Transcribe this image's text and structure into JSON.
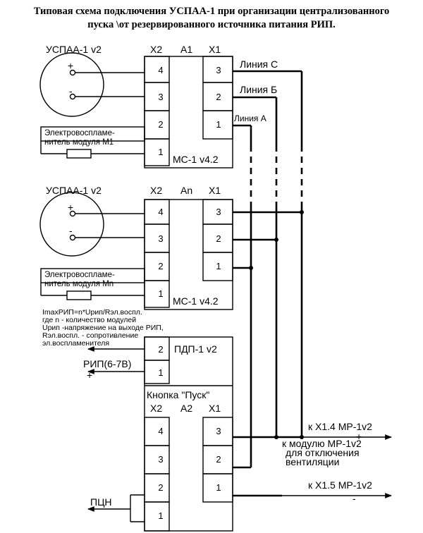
{
  "title": {
    "line1": "Типовая схема подключения УСПАА-1 при организации централизованного",
    "line2": "пуска \\от резервированного источника питания РИП."
  },
  "module1": {
    "uspaa_label": "УСПАА-1 v2",
    "x2_label": "X2",
    "a_label": "A1",
    "x1_label": "X1",
    "x2_pins": [
      "4",
      "3",
      "2",
      "1"
    ],
    "x1_pins": [
      "3",
      "2",
      "1"
    ],
    "device_label": "МС-1 v4.2",
    "igniter_line1": "Электровоспламе-",
    "igniter_line2": "нитель модуля М1",
    "plus": "+",
    "minus": "-",
    "line_c": "Линия С",
    "line_b": "Линия Б",
    "line_a": "Линия А"
  },
  "module2": {
    "uspaa_label": "УСПАА-1 v2",
    "x2_label": "X2",
    "a_label": "An",
    "x1_label": "X1",
    "x2_pins": [
      "4",
      "3",
      "2",
      "1"
    ],
    "x1_pins": [
      "3",
      "2",
      "1"
    ],
    "device_label": "МС-1 v4.2",
    "igniter_line1": "Электровоспламе-",
    "igniter_line2": "нитель модуля Мn",
    "plus": "+",
    "minus": "-"
  },
  "notes": [
    "ImaxРИП=n*Uрип/Rэл.воспл.",
    "где n - количество модулей",
    "Uрип -напряжение на выходе РИП,",
    "Rэл.воспл. - сопротивление",
    "эл.воспламенителя"
  ],
  "pdp": {
    "label": "ПДП-1 v2",
    "pins": [
      "2",
      "1"
    ],
    "rip_label": "РИП(6-7В)",
    "minus": "-",
    "plus": "+"
  },
  "button": {
    "label": "Кнопка \"Пуск\"",
    "x2_label": "X2",
    "a_label": "A2",
    "x1_label": "X1",
    "x2_pins": [
      "4",
      "3",
      "2",
      "1"
    ],
    "x1_pins": [
      "3",
      "2",
      "1"
    ],
    "pcn_label": "ПЦН"
  },
  "outputs": {
    "x14": "к X1.4 МР-1v2",
    "plus": "+",
    "vent1": "к модулю МР-1v2",
    "vent2": "для отключения",
    "vent3": "вентиляции",
    "x15": "к X1.5 МР-1v2",
    "minus": "-"
  }
}
